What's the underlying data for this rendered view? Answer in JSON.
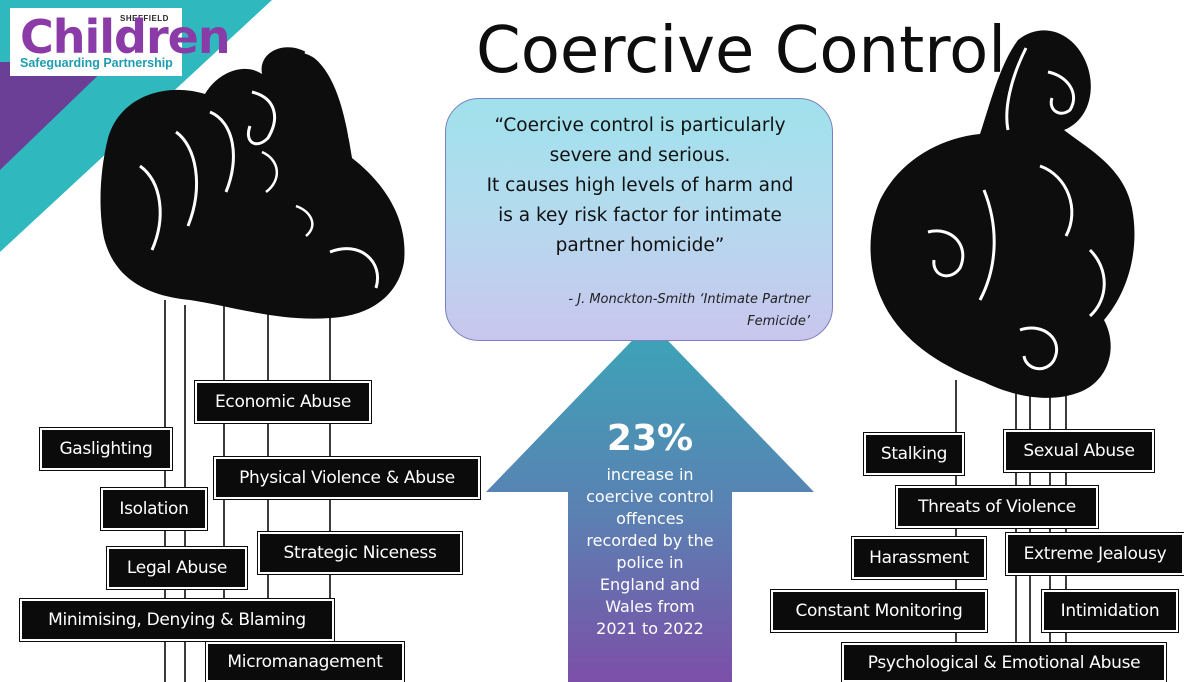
{
  "title": "Coercive Control",
  "logo": {
    "small_text": "SHEFFIELD",
    "main_text": "Children",
    "sub_text": "Safeguarding Partnership"
  },
  "quote": {
    "text_lines": [
      "“Coercive control is particularly",
      "severe and serious.",
      "It causes high levels of harm and",
      "is a key risk factor for intimate",
      "partner homicide”"
    ],
    "attribution_lines": [
      "- J. Monckton-Smith ‘Intimate Partner",
      "Femicide’"
    ]
  },
  "statistic": {
    "value": "23%",
    "description_lines": [
      "increase in",
      "coercive control",
      "offences",
      "recorded by the",
      "police in",
      "England and",
      "Wales from",
      "2021 to 2022"
    ]
  },
  "left_labels": [
    "Economic Abuse",
    "Gaslighting",
    "Physical Violence & Abuse",
    "Isolation",
    "Strategic Niceness",
    "Legal Abuse",
    "Minimising, Denying & Blaming",
    "Micromanagement"
  ],
  "right_labels": [
    "Stalking",
    "Sexual Abuse",
    "Threats of Violence",
    "Harassment",
    "Extreme Jealousy",
    "Constant Monitoring",
    "Intimidation",
    "Psychological & Emotional Abuse"
  ],
  "colors": {
    "logo_purple": "#8a3ba7",
    "logo_teal": "#1f9db0",
    "arrow_top": "#3aa6b8",
    "arrow_bottom": "#7c4fa8",
    "label_background": "#0b0b0b"
  }
}
